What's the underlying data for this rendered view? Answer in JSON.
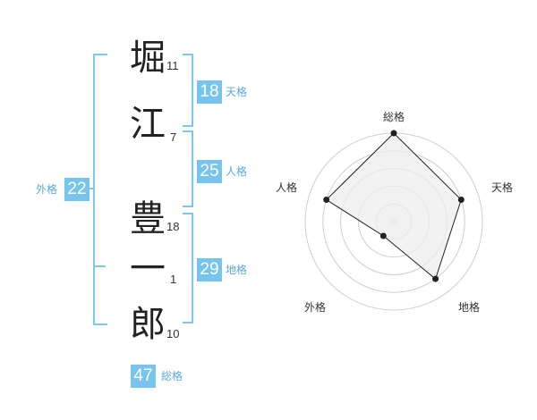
{
  "name_chars": [
    {
      "char": "堀",
      "strokes": "11"
    },
    {
      "char": "江",
      "strokes": "7"
    },
    {
      "char": "豊",
      "strokes": "18"
    },
    {
      "char": "一",
      "strokes": "1"
    },
    {
      "char": "郎",
      "strokes": "10"
    }
  ],
  "fortunes": {
    "tenkaku": {
      "value": "18",
      "label": "天格"
    },
    "jinkaku": {
      "value": "25",
      "label": "人格"
    },
    "chikaku": {
      "value": "29",
      "label": "地格"
    },
    "gaikaku": {
      "value": "22",
      "label": "外格"
    },
    "soukaku": {
      "value": "47",
      "label": "総格"
    }
  },
  "chart_data": {
    "type": "radar",
    "axes": [
      "総格",
      "天格",
      "地格",
      "外格",
      "人格"
    ],
    "values": [
      5,
      4,
      4,
      1,
      4
    ],
    "max": 5,
    "rings": 5
  },
  "colors": {
    "accent": "#77c4ee",
    "bracket": "#7cc6ef",
    "radar_fill": "#eeeeee",
    "radar_line": "#222222"
  }
}
